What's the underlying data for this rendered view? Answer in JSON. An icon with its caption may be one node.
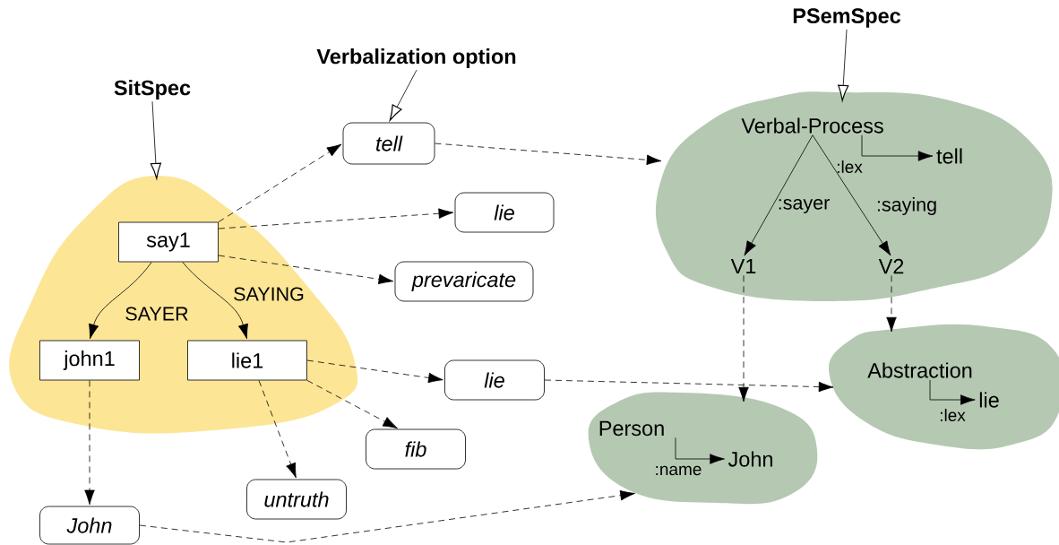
{
  "diagram": {
    "nodes": [
      {
        "text": [
          "SitSpec"
        ]
      },
      {
        "text": [
          "Verbalization option"
        ]
      },
      {
        "text": [
          "PSemSpec"
        ]
      },
      {
        "text": [],
        "shape": "cloud"
      },
      {
        "text": [
          "say1"
        ],
        "in": 3
      },
      {
        "text": [
          "john1"
        ],
        "in": 3
      },
      {
        "text": [
          "lie1"
        ],
        "in": 3
      },
      {
        "text": [
          "tell"
        ]
      },
      {
        "text": [
          "lie"
        ]
      },
      {
        "text": [
          "prevaricate"
        ]
      },
      {
        "text": [
          "lie"
        ]
      },
      {
        "text": [
          "fib"
        ]
      },
      {
        "text": [
          "untruth"
        ]
      },
      {
        "text": [
          "John"
        ]
      },
      {
        "text": [],
        "shape": "cloud"
      },
      {
        "text": [
          "Verbal-Process"
        ],
        "in": 14
      },
      {
        "text": [
          "tell"
        ],
        "in": 14
      },
      {
        "text": [
          "V1"
        ],
        "in": 14
      },
      {
        "text": [
          "V2"
        ],
        "in": 14
      },
      {
        "text": [],
        "shape": "cloud"
      },
      {
        "text": [
          "Abstraction"
        ],
        "in": 19
      },
      {
        "text": [
          "lie"
        ],
        "in": 19
      },
      {
        "text": [],
        "shape": "cloud"
      },
      {
        "text": [
          "Person"
        ],
        "in": 22
      },
      {
        "text": [
          "John"
        ],
        "in": 22
      }
    ],
    "edges": [
      {
        "from": 0,
        "to": 3,
        "arrow": "to"
      },
      {
        "from": 1,
        "to": 7,
        "arrow": "to"
      },
      {
        "from": 2,
        "to": 14,
        "arrow": "to"
      },
      {
        "from": 4,
        "to": 5,
        "arrow": "to",
        "label": "SAYER"
      },
      {
        "from": 4,
        "to": 6,
        "arrow": "to",
        "label": "SAYING"
      },
      {
        "from": 4,
        "to": 7,
        "arrow": "to",
        "style": "dashed"
      },
      {
        "from": 4,
        "to": 8,
        "arrow": "to",
        "style": "dashed"
      },
      {
        "from": 4,
        "to": 9,
        "arrow": "to",
        "style": "dashed"
      },
      {
        "from": 5,
        "to": 13,
        "arrow": "to",
        "style": "dashed"
      },
      {
        "from": 6,
        "to": 10,
        "arrow": "to",
        "style": "dashed"
      },
      {
        "from": 6,
        "to": 11,
        "arrow": "to",
        "style": "dashed"
      },
      {
        "from": 6,
        "to": 12,
        "arrow": "to",
        "style": "dashed"
      },
      {
        "from": 7,
        "to": 14,
        "arrow": "to",
        "style": "dashed"
      },
      {
        "from": 10,
        "to": 19,
        "arrow": "to",
        "style": "dashed"
      },
      {
        "from": 13,
        "to": 22,
        "arrow": "to",
        "style": "dashed"
      },
      {
        "from": 15,
        "to": 16,
        "arrow": "to",
        "label": ":lex"
      },
      {
        "from": 15,
        "to": 17,
        "arrow": "to",
        "label": ":sayer"
      },
      {
        "from": 15,
        "to": 18,
        "arrow": "to",
        "label": ":saying"
      },
      {
        "from": 17,
        "to": 22,
        "arrow": "to",
        "style": "dashed"
      },
      {
        "from": 18,
        "to": 19,
        "arrow": "to",
        "style": "dashed"
      },
      {
        "from": 20,
        "to": 21,
        "arrow": "to",
        "label": ":lex"
      },
      {
        "from": 23,
        "to": 24,
        "arrow": "to",
        "label": ":name"
      }
    ]
  }
}
